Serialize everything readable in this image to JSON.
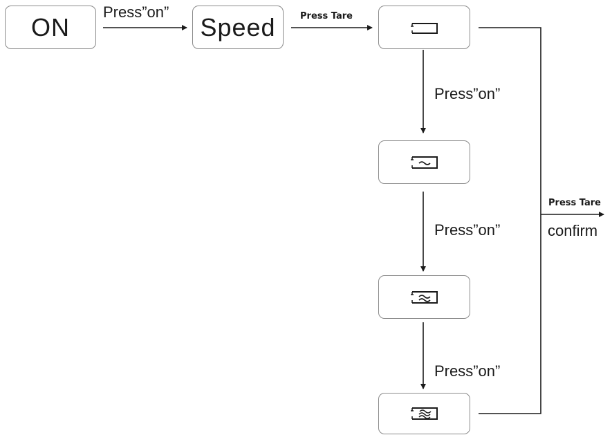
{
  "boxes": {
    "on": {
      "text": "ON"
    },
    "speed": {
      "text": "Speed"
    },
    "mode1": {
      "icon": "mode-flat-icon"
    },
    "mode2": {
      "icon": "mode-single-wave-icon"
    },
    "mode3": {
      "icon": "mode-double-wave-icon"
    },
    "mode4": {
      "icon": "mode-triple-wave-icon"
    }
  },
  "labels": {
    "press_on_top": "Press”on”",
    "press_tare_top": "Press Tare",
    "press_on_1": "Press”on”",
    "press_on_2": "Press”on”",
    "press_on_3": "Press”on”",
    "press_tare_right": "Press Tare",
    "confirm": "confirm"
  },
  "colors": {
    "box_border": "#8a8a8a",
    "arrow": "#1a1a1a",
    "text": "#1a1a1a"
  }
}
